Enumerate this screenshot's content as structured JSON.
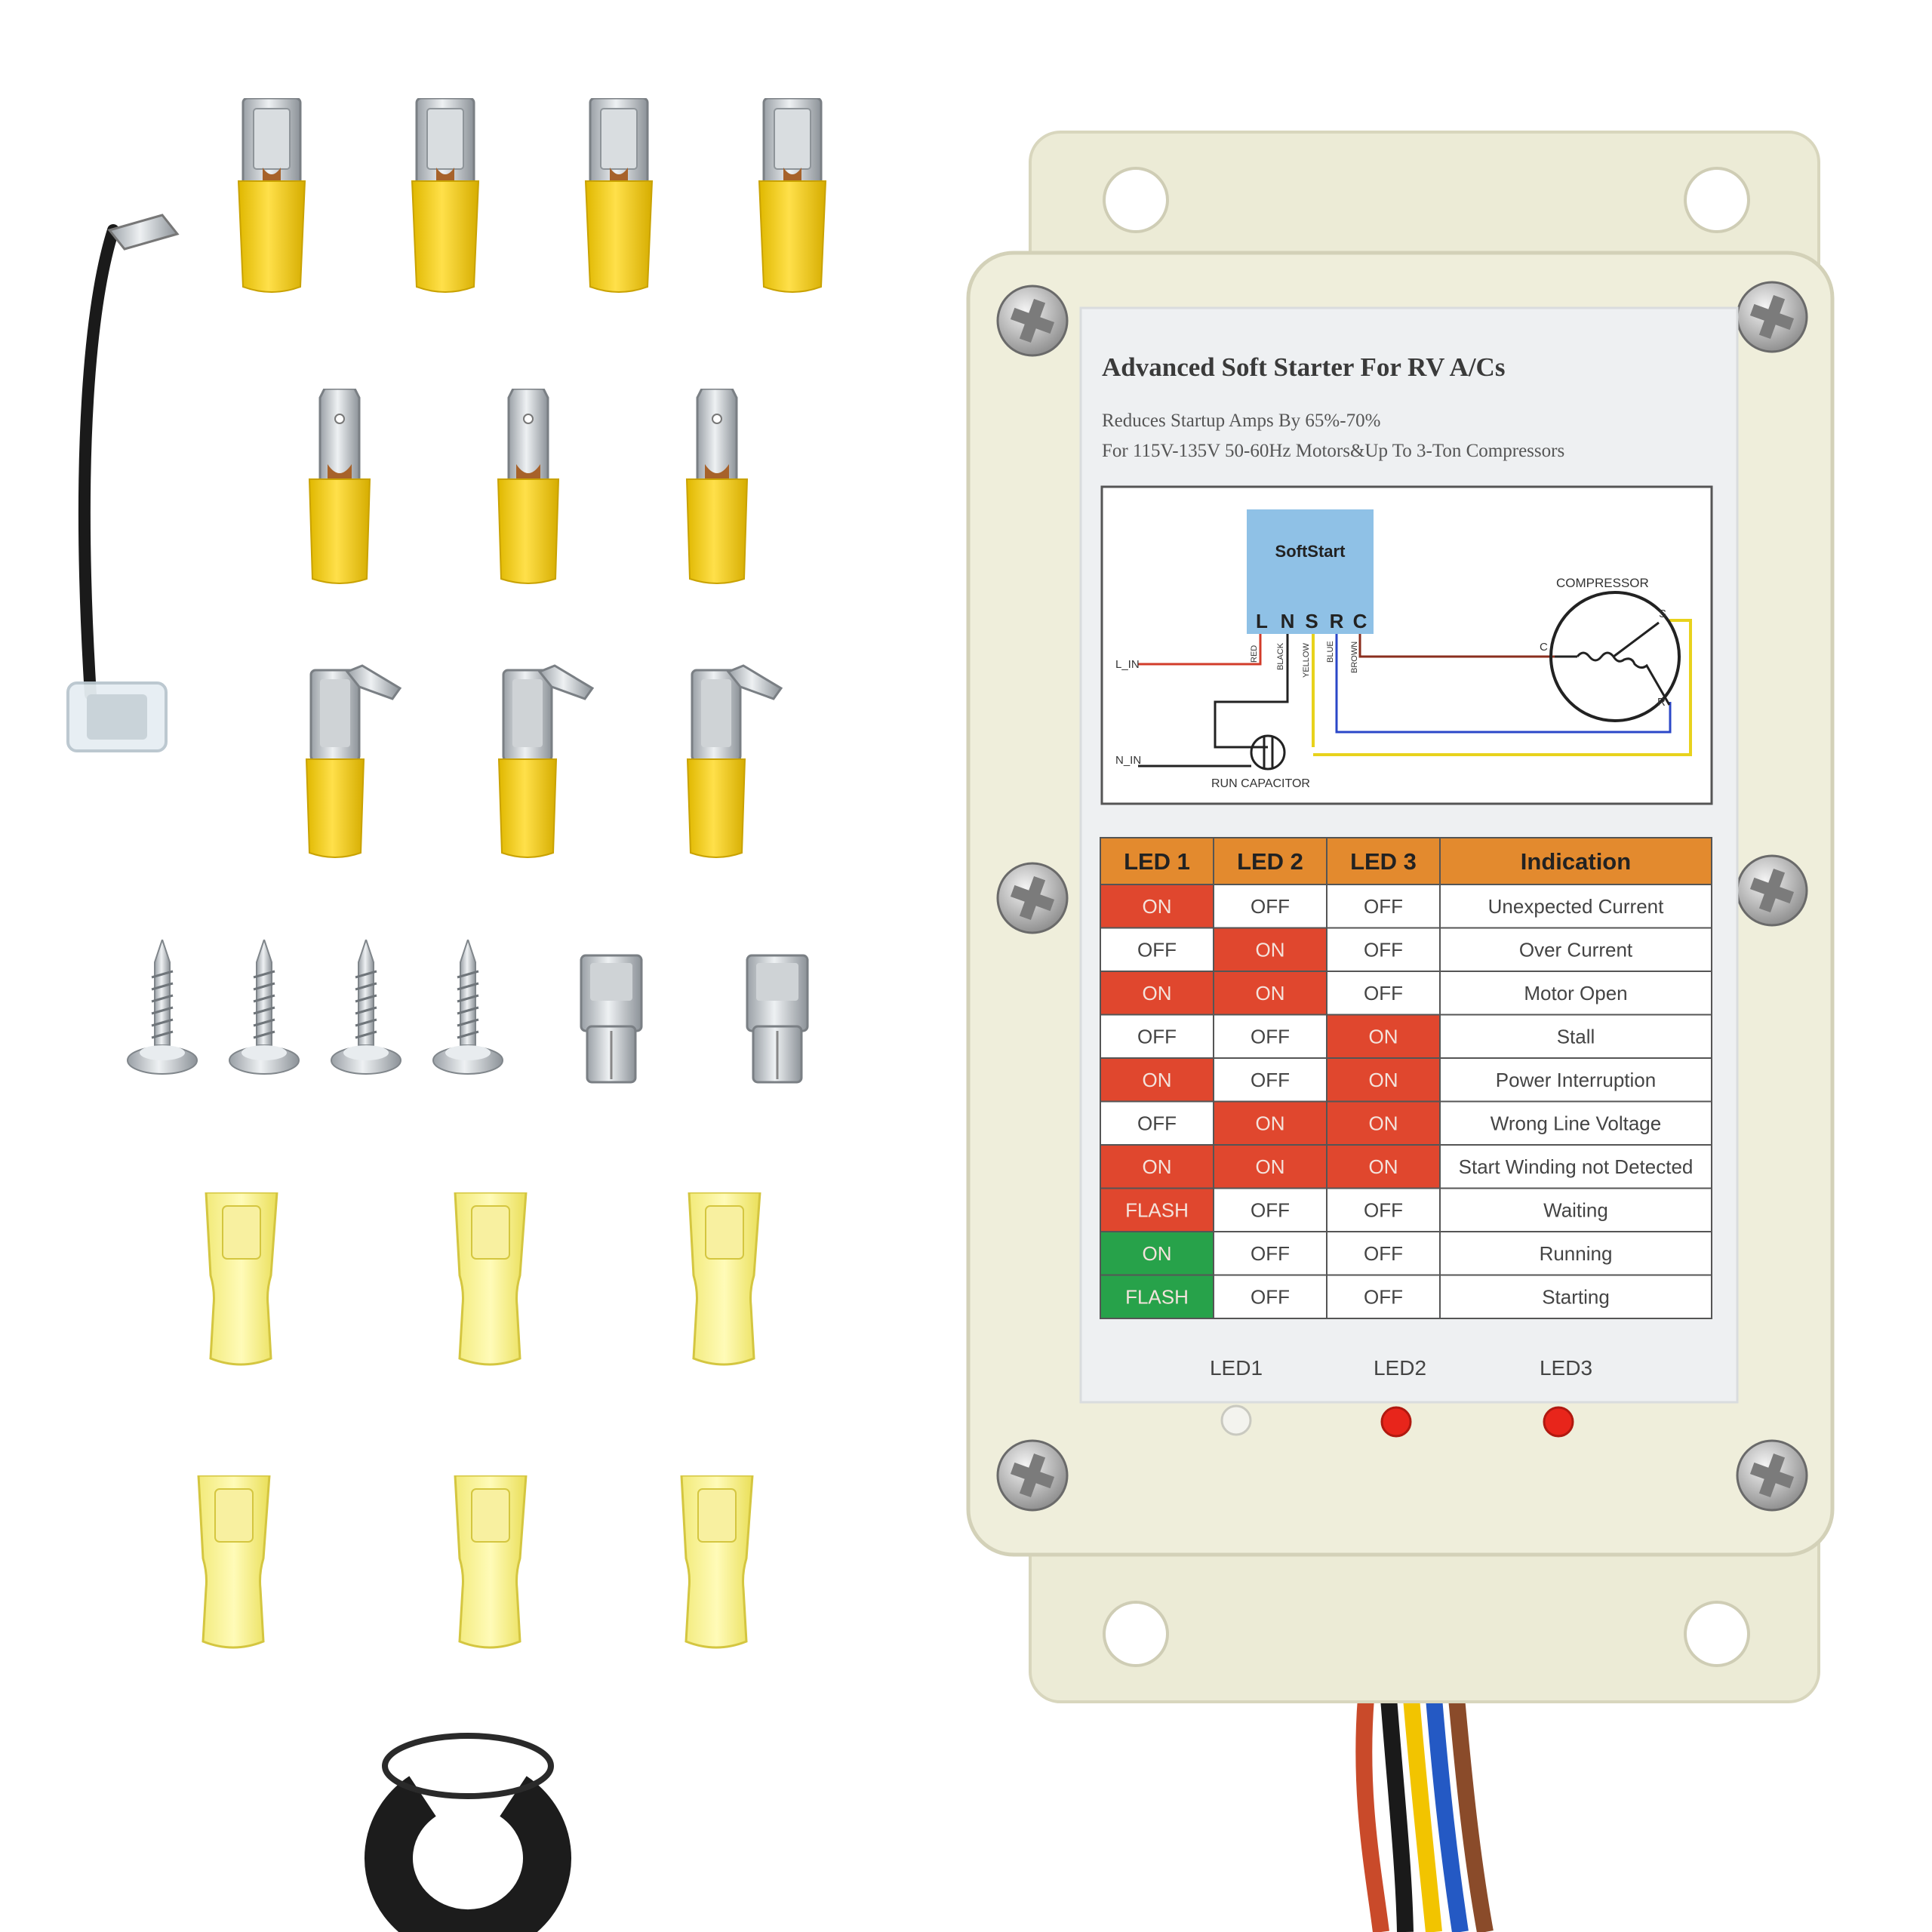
{
  "colors": {
    "housing": "#ecebd6",
    "label_bg": "#eef0f2",
    "header_orange": "#e38a2e",
    "on_red": "#e0472e",
    "on_green": "#27a24a",
    "terminal_yellow": "#f5d21e"
  },
  "label": {
    "title": "Advanced Soft Starter For RV A/Cs",
    "subtitle1": "Reduces Startup Amps By 65%-70%",
    "subtitle2": "For 115V-135V 50-60Hz Motors&Up To 3-Ton Compressors"
  },
  "diagram": {
    "box_label": "SoftStart",
    "terminals": [
      "L",
      "N",
      "S",
      "R",
      "C"
    ],
    "wires": [
      "RED",
      "BLACK",
      "YELLOW",
      "BLUE",
      "BROWN"
    ],
    "compressor": "COMPRESSOR",
    "l_in": "L_IN",
    "n_in": "N_IN",
    "capacitor": "RUN CAPACITOR",
    "pin_c": "C",
    "pin_s": "S",
    "pin_r": "R"
  },
  "table": {
    "headers": [
      "LED 1",
      "LED 2",
      "LED 3",
      "Indication"
    ],
    "rows": [
      {
        "led1": "ON",
        "led2": "OFF",
        "led3": "OFF",
        "indication": "Unexpected Current"
      },
      {
        "led1": "OFF",
        "led2": "ON",
        "led3": "OFF",
        "indication": "Over Current"
      },
      {
        "led1": "ON",
        "led2": "ON",
        "led3": "OFF",
        "indication": "Motor Open"
      },
      {
        "led1": "OFF",
        "led2": "OFF",
        "led3": "ON",
        "indication": "Stall"
      },
      {
        "led1": "ON",
        "led2": "OFF",
        "led3": "ON",
        "indication": "Power Interruption"
      },
      {
        "led1": "OFF",
        "led2": "ON",
        "led3": "ON",
        "indication": "Wrong Line Voltage"
      },
      {
        "led1": "ON",
        "led2": "ON",
        "led3": "ON",
        "indication": "Start Winding not Detected"
      },
      {
        "led1": "FLASH",
        "led2": "OFF",
        "led3": "OFF",
        "indication": "Waiting"
      },
      {
        "led1": "ON",
        "led2": "OFF",
        "led3": "OFF",
        "indication": "Running"
      },
      {
        "led1": "FLASH",
        "led2": "OFF",
        "led3": "OFF",
        "indication": "Starting"
      }
    ],
    "row_fills": [
      [
        "red",
        "white",
        "white"
      ],
      [
        "white",
        "red",
        "white"
      ],
      [
        "red",
        "red",
        "white"
      ],
      [
        "white",
        "white",
        "red"
      ],
      [
        "red",
        "white",
        "red"
      ],
      [
        "white",
        "red",
        "red"
      ],
      [
        "red",
        "red",
        "red"
      ],
      [
        "red",
        "white",
        "white"
      ],
      [
        "green",
        "white",
        "white"
      ],
      [
        "green",
        "white",
        "white"
      ]
    ]
  },
  "leds": {
    "labels": [
      "LED1",
      "LED2",
      "LED3"
    ],
    "states": [
      "off",
      "red",
      "red"
    ]
  }
}
